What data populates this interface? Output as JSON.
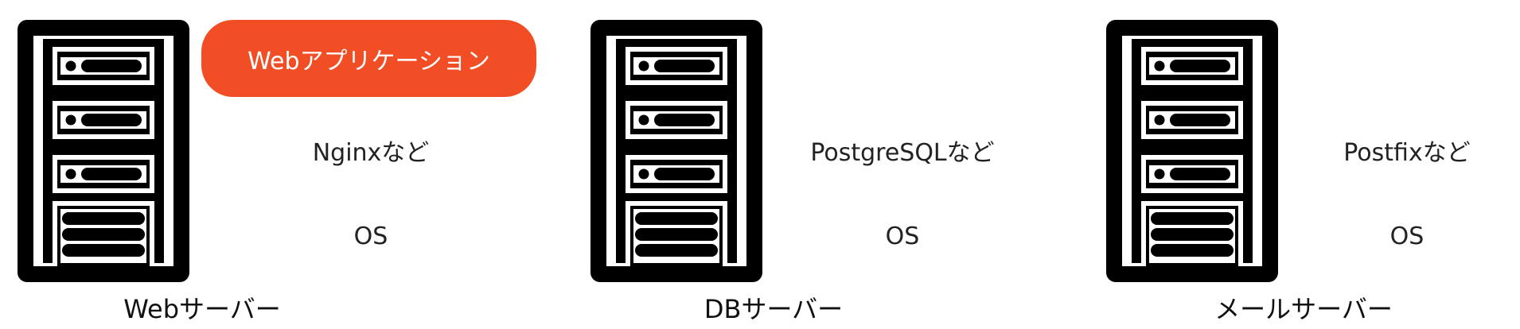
{
  "colors": {
    "accent": "#f24e26",
    "icon": "#000000",
    "text": "#222222"
  },
  "servers": [
    {
      "caption": "Webサーバー",
      "icon": "server-rack-icon",
      "badge": "Webアプリケーション",
      "middleware": "Nginxなど",
      "os": "OS"
    },
    {
      "caption": "DBサーバー",
      "icon": "server-rack-icon",
      "middleware": "PostgreSQLなど",
      "os": "OS"
    },
    {
      "caption": "メールサーバー",
      "icon": "server-rack-icon",
      "middleware": "Postfixなど",
      "os": "OS"
    }
  ]
}
